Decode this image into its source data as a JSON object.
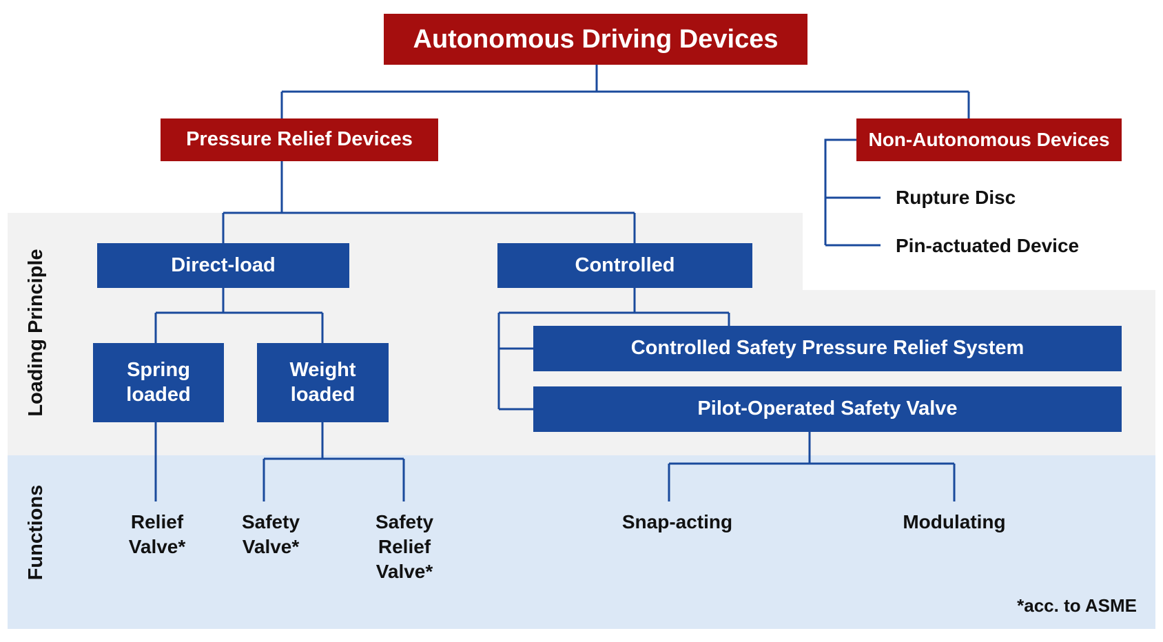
{
  "colors": {
    "red_box": "#a50e0e",
    "blue_box": "#1a4a9c",
    "connector": "#1a4a9c",
    "functions_band": "#dce8f6",
    "loading_band": "#f2f2f2"
  },
  "root": {
    "label": "Autonomous Driving Devices"
  },
  "pressure_relief": {
    "label": "Pressure Relief Devices"
  },
  "non_autonomous": {
    "label": "Non-Autonomous Devices",
    "items": [
      "Rupture Disc",
      "Pin-actuated Device"
    ]
  },
  "rows": {
    "loading_principle": "Loading Principle",
    "functions": "Functions"
  },
  "loading": {
    "direct": "Direct-load",
    "controlled": "Controlled",
    "spring": [
      "Spring",
      "loaded"
    ],
    "weight": [
      "Weight",
      "loaded"
    ],
    "cspr": "Controlled Safety Pressure Relief System",
    "pilot": "Pilot-Operated Safety Valve"
  },
  "functions": {
    "relief_valve": [
      "Relief",
      "Valve*"
    ],
    "safety_valve": [
      "Safety",
      "Valve*"
    ],
    "safety_relief_valve": [
      "Safety",
      "Relief",
      "Valve*"
    ],
    "snap_acting": "Snap-acting",
    "modulating": "Modulating"
  },
  "footnote": "*acc. to ASME"
}
